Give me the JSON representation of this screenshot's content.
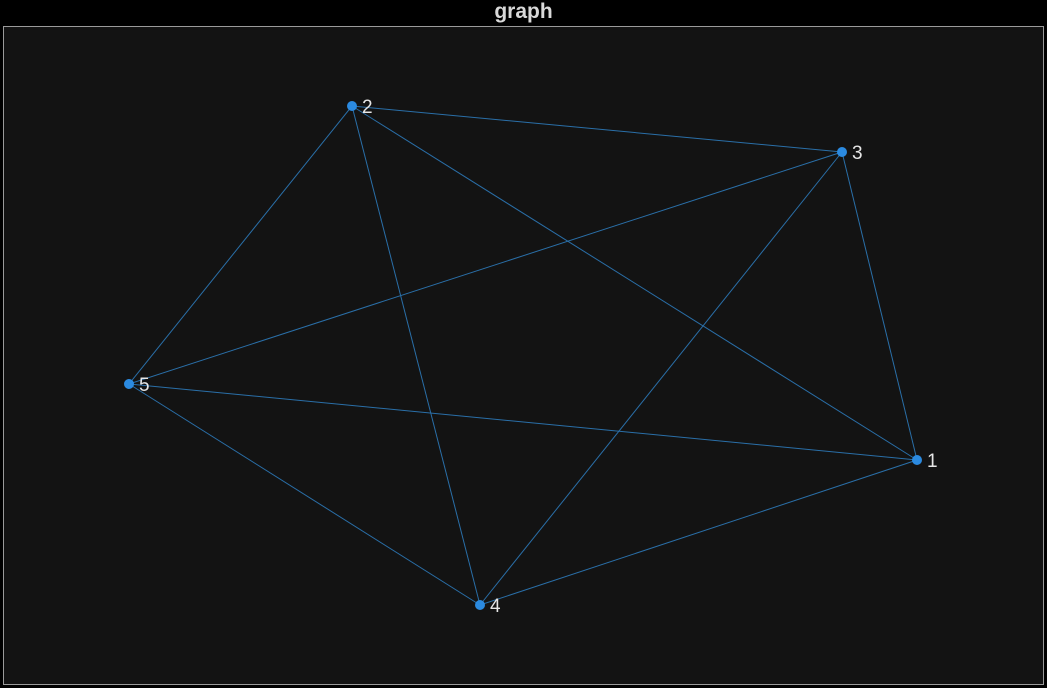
{
  "title": "graph",
  "colors": {
    "background": "#131313",
    "frame": "#9a9a9a",
    "node": "#2b8ae0",
    "edge": "#2a6fa8",
    "label": "#e6e6e6"
  },
  "graph": {
    "nodes": [
      {
        "id": "1",
        "label": "1"
      },
      {
        "id": "2",
        "label": "2"
      },
      {
        "id": "3",
        "label": "3"
      },
      {
        "id": "4",
        "label": "4"
      },
      {
        "id": "5",
        "label": "5"
      }
    ],
    "edges": [
      [
        "2",
        "3"
      ],
      [
        "2",
        "5"
      ],
      [
        "2",
        "4"
      ],
      [
        "2",
        "1"
      ],
      [
        "3",
        "5"
      ],
      [
        "3",
        "4"
      ],
      [
        "3",
        "1"
      ],
      [
        "5",
        "1"
      ],
      [
        "5",
        "4"
      ],
      [
        "4",
        "1"
      ]
    ]
  }
}
